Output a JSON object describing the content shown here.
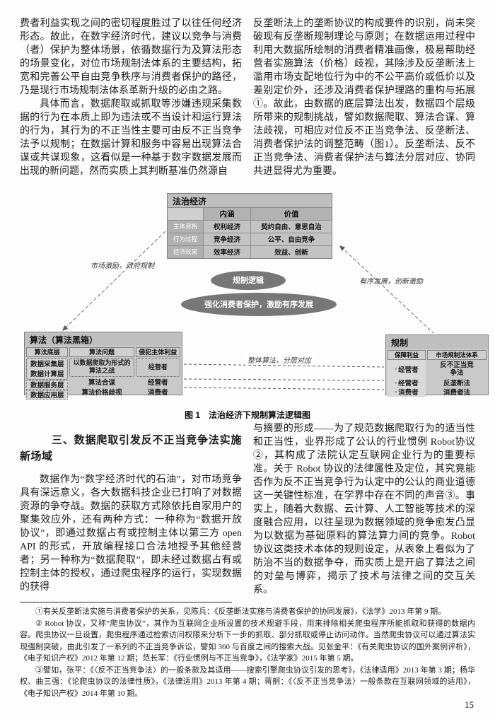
{
  "page_number": "15",
  "top_left": {
    "p1": "费者利益实现之间的密切程度胜过了以往任何经济形态。故此，在数字经济时代，建议以竞争与消费（者）保护为整体场景，依循数据行为及算法形态的场景变化，对位市场规制法体系的主要结构，拓宽和完善公平自由竞争秩序与消费者保护的路径，乃是现行市场规制法体系革新升级的必由之路。",
    "p2": "具体而言，数据爬取或抓取等涉嫌违规采集数据的行为在本质上即为违法或不当设计和运行算法的行为，其行为的不正当性主要可由反不正当竞争法予以规制；在数据计算和服务中容易出现算法合谋或共谋现象，这看似是一种基于数字数据发展而出现的新问题，然而实质上其判断基准仍然源自"
  },
  "top_right": {
    "p1": "反垄断法上的垄断协议的构成要件的识别，尚未突破现有反垄断规制理论与原则；在数据运用过程中利用大数据所绘制的消费者精准画像，极易帮助经营者实施算法（价格）歧视，其除涉及反垄断法上滥用市场支配地位行为中的不公平高价或低价以及差别定价外，还涉及消费者保护理路的重构与拓展①。故此，由数据的底层算法出发，数据四个层级所带来的规制挑战，譬如数据爬取、算法合谋、算法歧视，可相应对位反不正当竞争法、反垄断法、消费者保护法的调整范畴（图1）。反垄断法、反不正当竞争法、消费者保护法与算法分层对应、协同共进显得尤为重要。"
  },
  "figure": {
    "caption": "图 1　法治经济下规制算法逻辑图",
    "law_economy": {
      "title": "法治经济",
      "col_headers": [
        "内涵",
        "价值"
      ],
      "rows": [
        {
          "label": "主体资格",
          "content": "权利经济",
          "value": "契约自由、意思自治"
        },
        {
          "label": "行为过程",
          "content": "竞争经济",
          "value": "公平、自由竞争"
        },
        {
          "label": "经济效果",
          "content": "效率经济",
          "value": "效益、创新"
        }
      ]
    },
    "logic_ellipse": "规制逻辑",
    "protect_ellipse": "强化消费者保护，激励有序发展",
    "left_edge_label": "市场激励，政府规制",
    "right_edge_label": "有序发展，创新激励",
    "middle_edge_label": "整体算法，分层对应",
    "algorithm_box": {
      "title": "算法（算法黑箱）",
      "headers": [
        "算法底层",
        "算法问题",
        "侵犯主体利益"
      ],
      "layer_cells": [
        "数据采集层",
        "数据计算层",
        "数据服务层",
        "数据应用层"
      ],
      "problem_cells": [
        "以数据爬取为形式的算法之战",
        "算法合谋",
        "算法价格歧视"
      ],
      "interest_cells": [
        "经营者",
        "经营者",
        "消费者"
      ]
    },
    "regulation_box": {
      "title": "规制",
      "headers": [
        "保障利益",
        "市场规制法体系"
      ],
      "bullet": "▫",
      "rows": [
        {
          "interest": "经营者",
          "law": "反不正当竞争法"
        },
        {
          "interest": "经营者",
          "law": "反垄断法"
        },
        {
          "interest": "消费者",
          "law": "消费者法"
        }
      ]
    }
  },
  "section": {
    "heading": "三、数据爬取引发反不正当竞争法实施新场域",
    "left_p": "数据作为“数字经济时代的石油”，对市场竞争具有深远意义，各大数据科技企业已打响了对数据资源的争夺战。数据的获取方式除依托自家用户的聚集效应外，还有两种方式：一种称为“数据开放协议”，即通过数据占有或控制主体以第三方 open API 的形式，开放编程接口合法地授予其他经营者；另一种称为“数据爬取”，即未经过数据占有或控制主体的授权，通过爬虫程序的运行，实现数据的获得",
    "right_p": "与摘要的形成——为了规范数据爬取行为的适当性和正当性，业界形成了公认的行业惯例 Robot协议②，其构成了法院认定互联网企业行为的重要标准。关于 Robot 协议的法律属性及定位，其究竟能否作为反不正当竞争行为认定中的公认的商业道德这一关键性标准，在学界中存在不同的声音③。事实上，随着大数据、云计算、人工智能等技术的深度融合应用，以往呈现为数据领域的竞争愈发凸显为以数据为基础原料的算法算力间的竞争。Robot 协议这类技术本体的规则设定，从表象上看似为了防治不当的数据争夺，而实质上是开启了算法之间的对垒与博弈，揭示了技术与法律之间的交互关系。"
  },
  "footnotes": [
    "①有关反垄断法实施与消费者保护的关系，见陈兵：《反垄断法实施与消费者保护的协同发展》，《法学》2013 年第 9 期。",
    "② Robot 协议，又称“爬虫协议”，其作为互联网企业所设置的技术规避手段，用来排除相关爬虫程序所能抓取和获得的数据内容。爬虫协议一旦设置，爬虫程序通过检索访问权限来分析下一步的抓取、部分抓取或停止访问动作。当然爬虫协议可以通过算法实现强制突破，由此引发了一系列的不正当竞争诉讼，譬如 360 与百度之间的搜索大战。见张金平：《有关爬虫协议的国外案例评析》，《电子知识产权》2012 年第 12 期；范长军：《行业惯例与不正当竞争》，《法学家》2015 年第 5 期。",
    "③譬如，张平：《〈反不正当竞争法〉的一般条款及其适用——搜索引擎爬虫协议引发的思考》，《法律适用》2013 年第 3 期；杨华权、曲三强：《论爬虫协议的法律性质》，《法律适用》2013 年第 4 期；蒋舸：《〈反不正当竞争法〉一般条款在互联网领域的适用》，《电子知识产权》2014 年第 10 期。"
  ]
}
